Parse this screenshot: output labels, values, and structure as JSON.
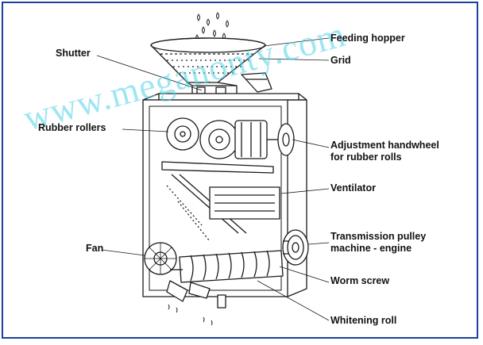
{
  "watermark": "www.meganonty.com",
  "labels": {
    "feeding_hopper": "Feeding hopper",
    "grid": "Grid",
    "shutter": "Shutter",
    "rubber_rollers": "Rubber rollers",
    "adjustment_1": "Adjustment handwheel",
    "adjustment_2": "for rubber rolls",
    "ventilator": "Ventilator",
    "transmission_1": "Transmission pulley",
    "transmission_2": "machine - engine",
    "fan": "Fan",
    "worm_screw": "Worm screw",
    "whitening_roll": "Whitening roll"
  },
  "colors": {
    "border": "#1d3f9e",
    "line": "#1a1a1a",
    "watermark": "#4fd2e8"
  }
}
